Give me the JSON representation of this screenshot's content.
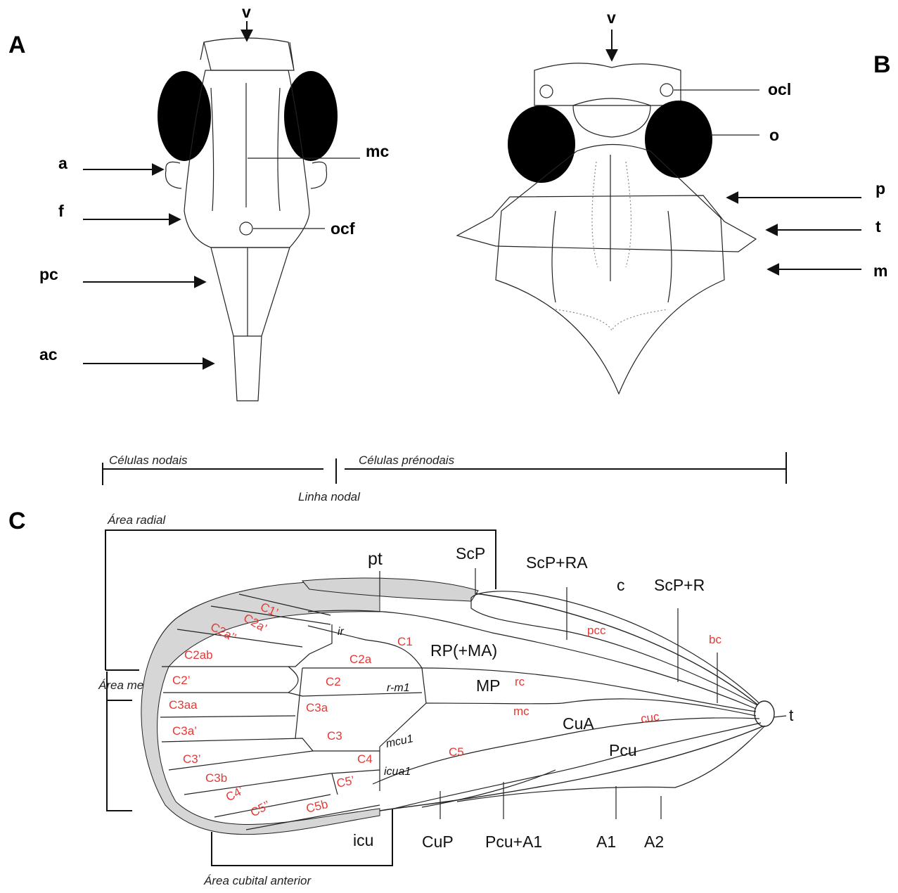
{
  "panels": {
    "A": "A",
    "B": "B",
    "C": "C"
  },
  "panel_a_labels": {
    "v": "v",
    "a": "a",
    "f": "f",
    "pc": "pc",
    "ac": "ac",
    "mc": "mc",
    "ocf": "ocf"
  },
  "panel_b_labels": {
    "v": "v",
    "ocl": "ocl",
    "o": "o",
    "p": "p",
    "t": "t",
    "m": "m"
  },
  "scale_bar": {
    "nodal_cells": "Células nodais",
    "prenodal_cells": "Células prénodais",
    "nodal_line": "Linha nodal"
  },
  "areas": {
    "radial": "Área radial",
    "medial": "Área medial",
    "cubital_anterior": "Área cubital anterior"
  },
  "veins": {
    "pt": "pt",
    "ScP": "ScP",
    "ScP_RA": "ScP+RA",
    "c": "c",
    "ScP_R": "ScP+R",
    "RP_MA": "RP(+MA)",
    "MP": "MP",
    "CuA": "CuA",
    "Pcu": "Pcu",
    "t": "t",
    "icu": "icu",
    "CuP": "CuP",
    "Pcu_A1": "Pcu+A1",
    "A1": "A1",
    "A2": "A2"
  },
  "crossveins": {
    "ir": "ir",
    "r_m1": "r-m1",
    "mcu1": "mcu1",
    "icua1": "icua1"
  },
  "cells": {
    "C1p": "C1’",
    "C2ap": "C2a’",
    "C2app": "C2a’’",
    "C2ab": "C2ab",
    "C2p": "C2’",
    "C3aa": "C3aa",
    "C3ap": "C3a’",
    "C3p": "C3’",
    "C3b": "C3b",
    "C4p": "C4’",
    "C5pp": "C5’’",
    "C5b": "C5b",
    "C5p": "C5’",
    "C4": "C4",
    "C3": "C3",
    "C3a": "C3a",
    "C2": "C2",
    "C2a": "C2a",
    "C1": "C1",
    "C5": "C5",
    "pcc": "pcc",
    "bc": "bc",
    "rc": "rc",
    "mc": "mc",
    "cuc": "cuc"
  },
  "colors": {
    "cell_labels": "#e53935",
    "lines": "#222222",
    "pterostigma": "#d4d4d4"
  }
}
